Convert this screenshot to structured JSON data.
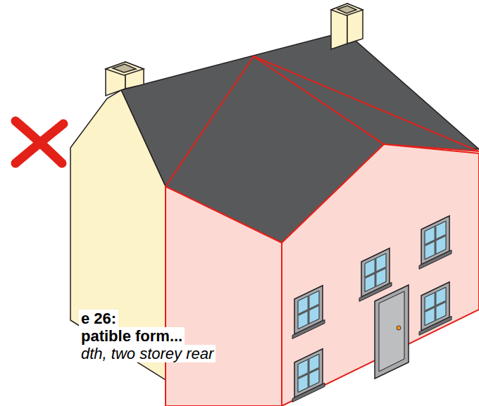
{
  "diagram": {
    "labels": [
      "e 26:",
      "patible form...",
      "dth, two storey rear"
    ]
  }
}
